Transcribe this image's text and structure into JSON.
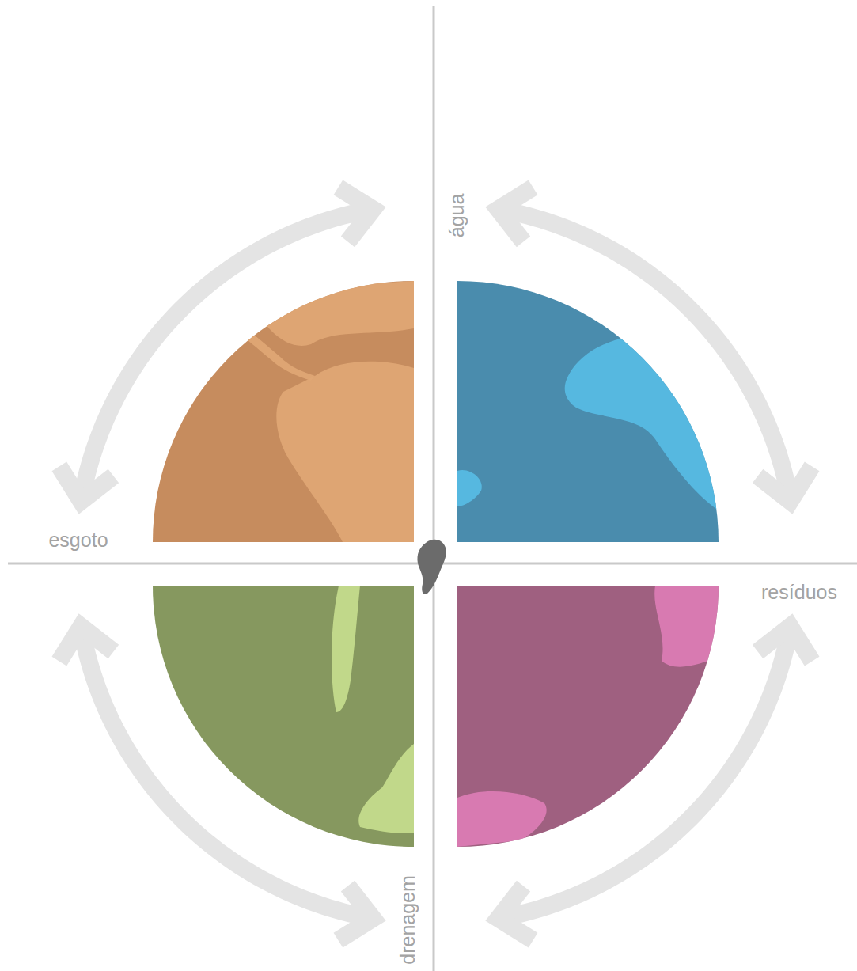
{
  "diagram": {
    "nodes": [
      {
        "text": [
          "água"
        ]
      },
      {
        "text": [
          "resíduos"
        ]
      },
      {
        "text": [
          "drenagem"
        ]
      },
      {
        "text": [
          "esgoto"
        ]
      }
    ],
    "edges": [
      {
        "from": 0,
        "to": 1,
        "arrow": "both"
      },
      {
        "from": 1,
        "to": 2,
        "arrow": "both"
      },
      {
        "from": 2,
        "to": 3,
        "arrow": "both"
      },
      {
        "from": 3,
        "to": 0,
        "arrow": "both"
      }
    ]
  }
}
